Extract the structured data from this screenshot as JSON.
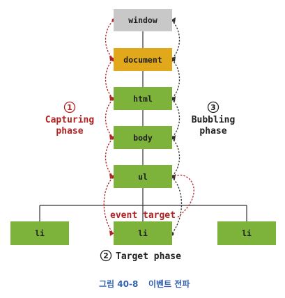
{
  "colors": {
    "window": "#c8c8c8",
    "document": "#e0a81a",
    "node": "#7db33a",
    "tree_line": "#333333",
    "capture": "#b22222",
    "bubble": "#333333",
    "caption": "#3463b0"
  },
  "nodes": {
    "window": "window",
    "document": "document",
    "html": "html",
    "body": "body",
    "ul": "ul",
    "li_left": "li",
    "li_target": "li",
    "li_right": "li"
  },
  "capture_phase": {
    "number": "1",
    "line1": "Capturing",
    "line2": "phase"
  },
  "bubble_phase": {
    "number": "3",
    "line1": "Bubbling",
    "line2": "phase"
  },
  "target_phase": {
    "number": "2",
    "label": "Target phase",
    "event_target": "event target"
  },
  "caption": {
    "figure": "그림 40-8",
    "title": "이벤트 전파"
  }
}
